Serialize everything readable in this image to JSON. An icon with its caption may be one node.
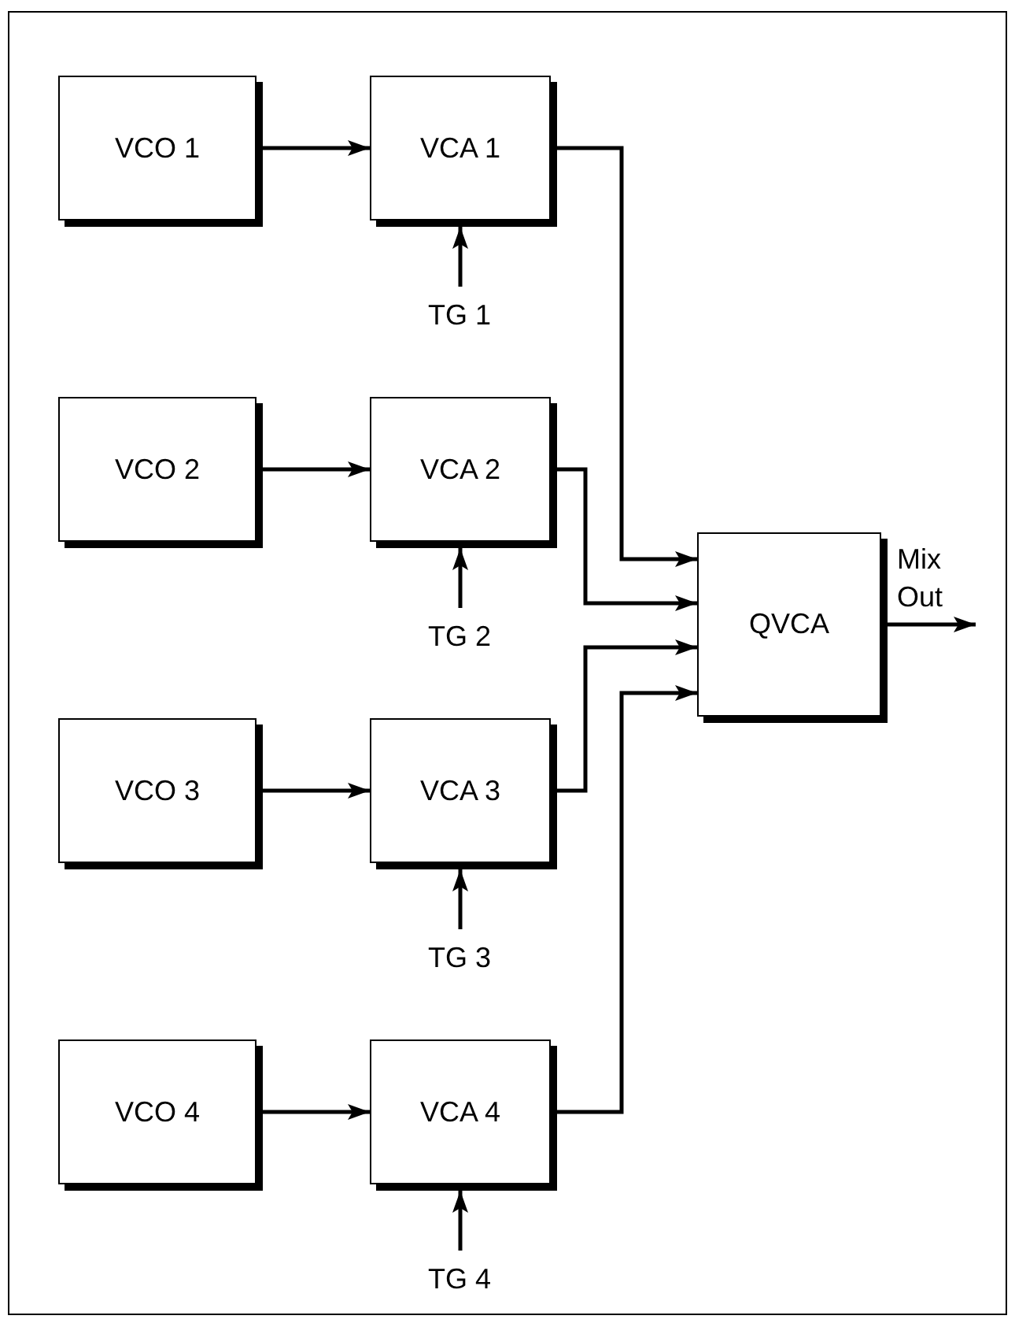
{
  "diagram": {
    "nodes": [
      {
        "text": [
          "VCO 1"
        ]
      },
      {
        "text": [
          "VCA 1"
        ]
      },
      {
        "text": [
          "TG 1"
        ]
      },
      {
        "text": [
          "VCO 2"
        ]
      },
      {
        "text": [
          "VCA 2"
        ]
      },
      {
        "text": [
          "TG 2"
        ]
      },
      {
        "text": [
          "VCO 3"
        ]
      },
      {
        "text": [
          "VCA 3"
        ]
      },
      {
        "text": [
          "TG 3"
        ]
      },
      {
        "text": [
          "VCO 4"
        ]
      },
      {
        "text": [
          "VCA 4"
        ]
      },
      {
        "text": [
          "TG 4"
        ]
      },
      {
        "text": [
          "QVCA"
        ]
      }
    ],
    "edges": [
      {
        "from": 0,
        "to": 1,
        "arrow": "to"
      },
      {
        "from": 2,
        "to": 1,
        "arrow": "to"
      },
      {
        "from": 3,
        "to": 4,
        "arrow": "to"
      },
      {
        "from": 5,
        "to": 4,
        "arrow": "to"
      },
      {
        "from": 6,
        "to": 7,
        "arrow": "to"
      },
      {
        "from": 8,
        "to": 7,
        "arrow": "to"
      },
      {
        "from": 9,
        "to": 10,
        "arrow": "to"
      },
      {
        "from": 11,
        "to": 10,
        "arrow": "to"
      },
      {
        "from": 1,
        "to": 12,
        "arrow": "to"
      },
      {
        "from": 4,
        "to": 12,
        "arrow": "to"
      },
      {
        "from": 7,
        "to": 12,
        "arrow": "to"
      },
      {
        "from": 10,
        "to": 12,
        "arrow": "to"
      },
      {
        "from": 12,
        "to": null,
        "label": "Mix Out",
        "arrow": "to"
      }
    ]
  }
}
